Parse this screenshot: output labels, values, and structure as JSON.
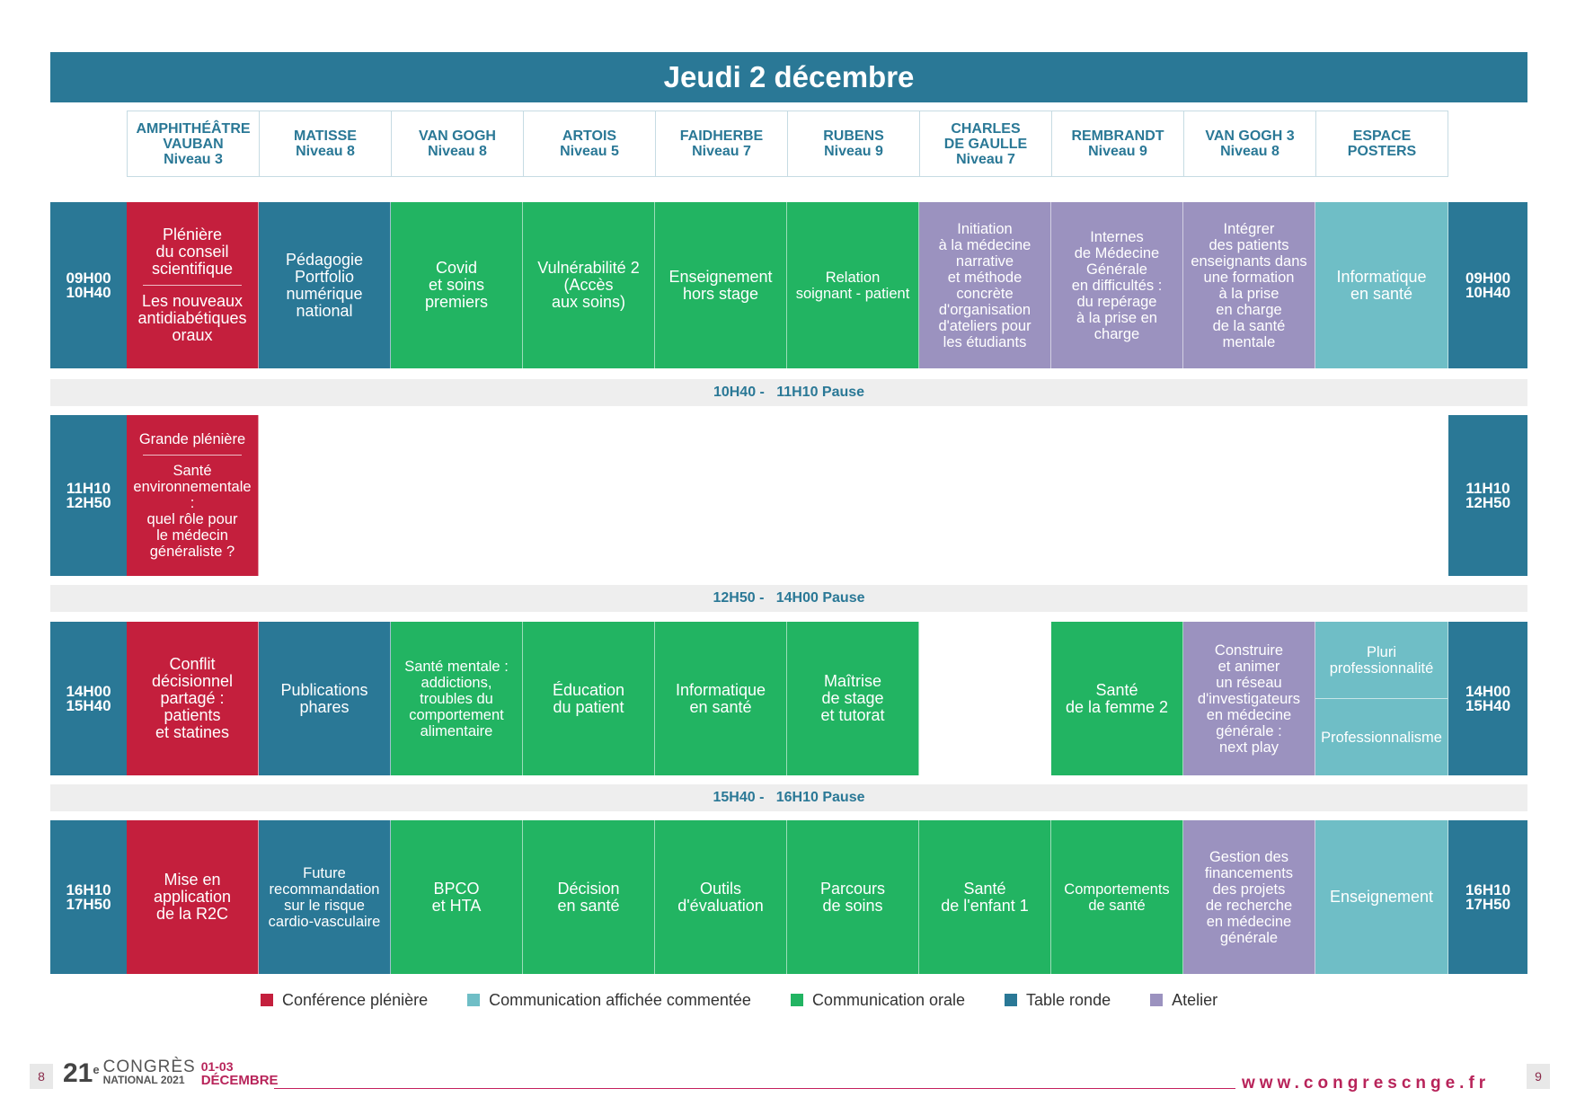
{
  "title": "Jeudi 2 décembre",
  "rooms": [
    "AMPHITHÉÂTRE\nVAUBAN\nNiveau 3",
    "MATISSE\nNiveau 8",
    "VAN GOGH\nNiveau 8",
    "ARTOIS\nNiveau 5",
    "FAIDHERBE\nNiveau 7",
    "RUBENS\nNiveau 9",
    "CHARLES\nDE GAULLE\nNiveau 7",
    "REMBRANDT\nNiveau 9",
    "VAN GOGH 3\nNiveau 8",
    "ESPACE\nPOSTERS"
  ],
  "slots": {
    "s1": "09H00\n10H40",
    "s2": "11H10\n12H50",
    "s3": "14H00\n15H40",
    "s4": "16H10\n17H50"
  },
  "pauses": {
    "p1": "10H40 -   11H10 Pause",
    "p2": "12H50 -   14H00 Pause",
    "p3": "15H40 -   16H10 Pause"
  },
  "sessions": {
    "r1_vauban_top": "Plénière\ndu conseil\nscientifique",
    "r1_vauban_bottom": "Les nouveaux\nantidiabétiques\noraux",
    "r1_matisse": "Pédagogie\nPortfolio\nnumérique\nnational",
    "r1_vangogh": "Covid\net soins\npremiers",
    "r1_artois": "Vulnérabilité 2\n(Accès\naux soins)",
    "r1_faidherbe": "Enseignement\nhors stage",
    "r1_rubens": "Relation\nsoignant - patient",
    "r1_degaulle": "Initiation\nà la médecine\nnarrative\net méthode\nconcrète\nd'organisation\nd'ateliers pour\nles étudiants",
    "r1_rembrandt": "Internes\nde Médecine\nGénérale\nen difficultés :\ndu repérage\nà la prise en\ncharge",
    "r1_vangogh3": "Intégrer\ndes patients\nenseignants dans\nune formation\nà la prise\nen charge\nde la santé\nmentale",
    "r1_posters": "Informatique\nen santé",
    "r2_vauban_top": "Grande plénière",
    "r2_vauban_bottom": "Santé\nenvironnementale :\nquel rôle pour\nle médecin\ngénéraliste ?",
    "r3_vauban": "Conflit\ndécisionnel\npartagé :\npatients\net statines",
    "r3_matisse": "Publications\nphares",
    "r3_vangogh": "Santé mentale :\naddictions,\ntroubles du\ncomportement\nalimentaire",
    "r3_artois": "Éducation\ndu patient",
    "r3_faidherbe": "Informatique\nen santé",
    "r3_rubens": "Maîtrise\nde stage\net tutorat",
    "r3_rembrandt": "Santé\nde la femme 2",
    "r3_vangogh3": "Construire\net animer\nun réseau\nd'investigateurs\nen médecine\ngénérale :\nnext play",
    "r3_posters_top": "Pluri\nprofessionnalité",
    "r3_posters_bottom": "Professionnalisme",
    "r4_vauban": "Mise en\napplication\nde la R2C",
    "r4_matisse": "Future\nrecommandation\nsur le risque\ncardio-vasculaire",
    "r4_vangogh": "BPCO\net HTA",
    "r4_artois": "Décision\nen santé",
    "r4_faidherbe": "Outils\nd'évaluation",
    "r4_rubens": "Parcours\nde soins",
    "r4_degaulle": "Santé\nde l'enfant 1",
    "r4_rembrandt": "Comportements\nde santé",
    "r4_vangogh3": "Gestion des\nfinancements\ndes projets\nde recherche\nen médecine\ngénérale",
    "r4_posters": "Enseignement"
  },
  "legend": [
    {
      "label": "Conférence plénière",
      "color": "#c41f3d"
    },
    {
      "label": "Communication affichée commentée",
      "color": "#6fbec6"
    },
    {
      "label": "Communication orale",
      "color": "#22b462"
    },
    {
      "label": "Table ronde",
      "color": "#2a7896"
    },
    {
      "label": "Atelier",
      "color": "#9b92bf"
    }
  ],
  "footer": {
    "page_left": "8",
    "page_right": "9",
    "edition": "21",
    "edition_sup": "e",
    "brand_line1": "CONGRÈS",
    "brand_line2": "NATIONAL 2021",
    "dates": "01-03",
    "month": "DÉCEMBRE",
    "website": "www.congrescnge.fr"
  },
  "colors": {
    "pleniere": "#c41f3d",
    "table_ronde": "#2a7896",
    "orale": "#22b462",
    "atelier": "#9b92bf",
    "affichee": "#6fbec6",
    "pause_bg": "#eeeeee",
    "accent": "#b8245a"
  }
}
